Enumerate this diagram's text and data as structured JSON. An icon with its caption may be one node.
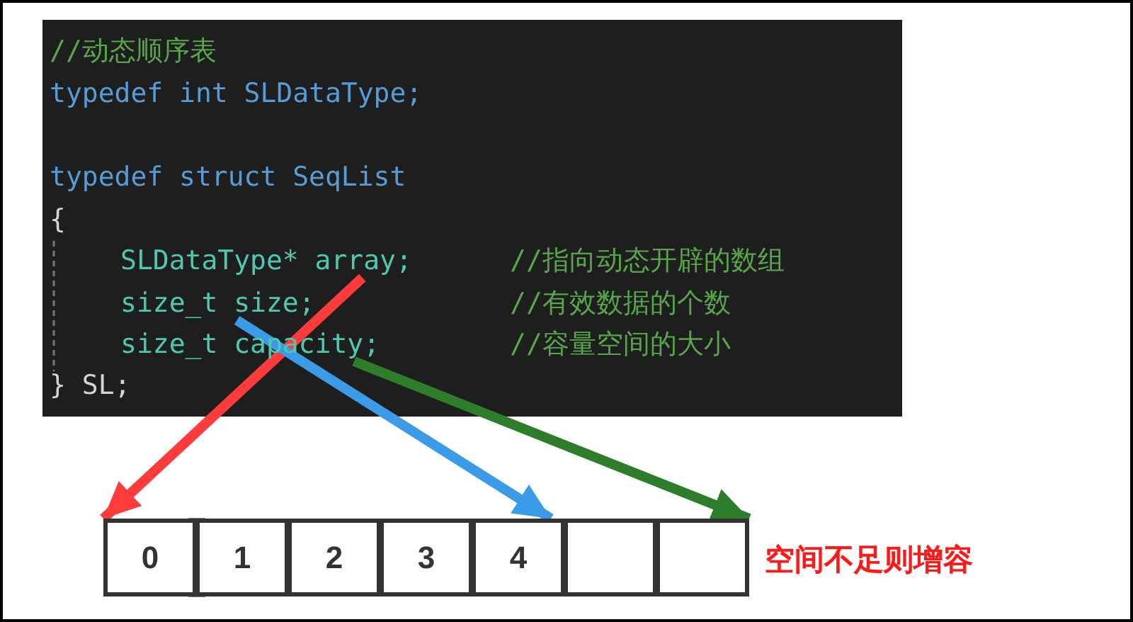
{
  "diagram": {
    "nodes": [
      {
        "text": [
          "SLDataType* array;"
        ]
      },
      {
        "text": [
          "size_t size;"
        ]
      },
      {
        "text": [
          "size_t capacity;"
        ]
      },
      {
        "text": [
          "0"
        ]
      },
      {
        "text": [
          "1"
        ]
      },
      {
        "text": [
          "2"
        ]
      },
      {
        "text": [
          "3"
        ]
      },
      {
        "text": [
          "4"
        ]
      },
      {
        "text": [],
        "shape": "box"
      },
      {
        "text": [],
        "shape": "box"
      }
    ],
    "edges": [
      {
        "from": 0,
        "to": 3,
        "arrow": "to",
        "color": "#ff3b3b"
      },
      {
        "from": 1,
        "to": 7,
        "arrow": "to",
        "color": "#3b9be6"
      },
      {
        "from": 2,
        "to": 9,
        "arrow": "to",
        "color": "#2e7d2a"
      }
    ],
    "labels": [
      "//动态顺序表",
      "typedef int SLDataType;",
      "typedef struct SeqList",
      "{",
      "//指向动态开辟的数组",
      "//有效数据的个数",
      "//容量空间的大小",
      "} SL;",
      "空间不足则增容"
    ]
  }
}
